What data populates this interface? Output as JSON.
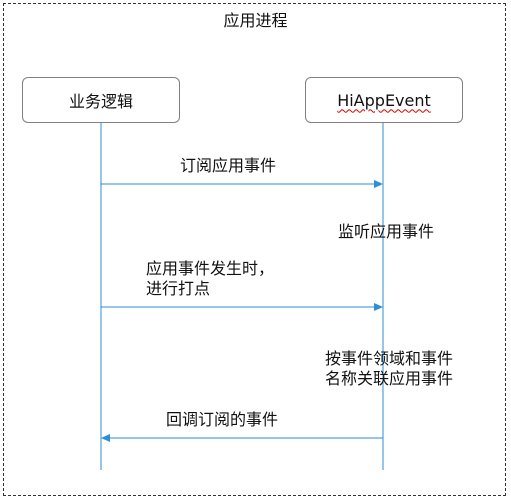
{
  "title": "应用进程",
  "participants": {
    "left": "业务逻辑",
    "right": "HiAppEvent"
  },
  "messages": {
    "subscribe": "订阅应用事件",
    "listen": "监听应用事件",
    "event_line1": "应用事件发生时，",
    "event_line2": "进行打点",
    "associate_line1": "按事件领域和事件",
    "associate_line2": "名称关联应用事件",
    "callback": "回调订阅的事件"
  },
  "colors": {
    "lifeline": "#2e8fd6",
    "box_border": "#808080",
    "frame_border": "#333333"
  }
}
